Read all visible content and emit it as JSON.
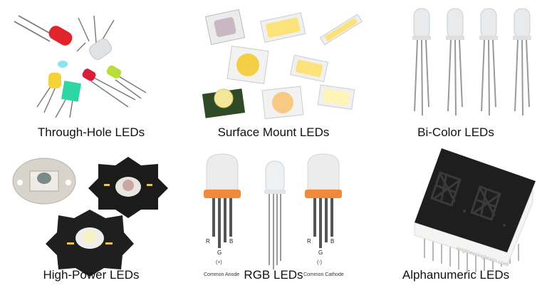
{
  "panels": {
    "through_hole": {
      "caption": "Through-Hole LEDs"
    },
    "smd": {
      "caption": "Surface Mount LEDs"
    },
    "bicolor": {
      "caption": "Bi-Color LEDs"
    },
    "high_power": {
      "caption": "High-Power LEDs"
    },
    "rgb": {
      "caption": "RGB LEDs",
      "anode_pins": {
        "r": "R",
        "g": "G",
        "b": "B",
        "polarity": "(+)",
        "label": "Common Anode"
      },
      "cathode_pins": {
        "r": "R",
        "g": "G",
        "b": "B",
        "polarity": "(-)",
        "label": "Common Cathode"
      }
    },
    "alphanumeric": {
      "caption": "Alphanumeric LEDs",
      "watermark": "engineeringlearn.com"
    }
  },
  "colors": {
    "led_red": "#e0242a",
    "led_green": "#2ed6a6",
    "led_yellow": "#f6d23a",
    "smd_yellow": "#fbe37a",
    "smd_orange": "#f7c983",
    "rgb_band": "#f08a3a",
    "display_body": "#1e1e1e"
  }
}
